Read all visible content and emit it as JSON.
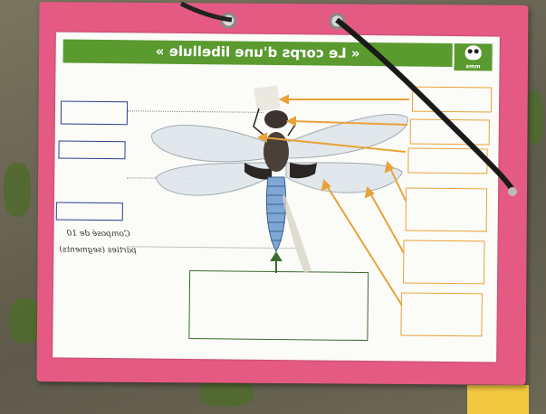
{
  "worksheet": {
    "title": "« Le corps d'une libellule »",
    "logo_text": "mms",
    "handwritten_note_line1": "Composé de 10",
    "handwritten_note_line2": "parties (segments)"
  },
  "colors": {
    "board_pink": "#e45a82",
    "title_green": "#5a9a2f",
    "label_box_blue": "#2b3f8f",
    "arrow_orange": "#e8a33a",
    "answer_box_green": "#3b6b2c"
  },
  "icons": {
    "logo": "owl-icon"
  }
}
